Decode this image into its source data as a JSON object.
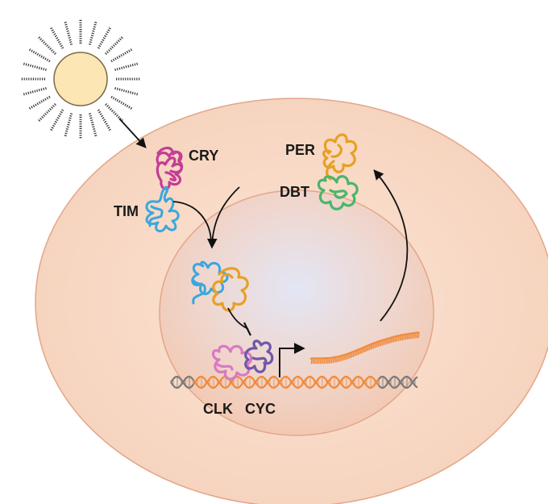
{
  "labels": {
    "cry": "CRY",
    "tim": "TIM",
    "per": "PER",
    "dbt": "DBT",
    "clk": "CLK",
    "cyc": "CYC"
  },
  "colors": {
    "sun_fill": "#fce6b4",
    "sun_stroke": "#7a6a4a",
    "cell_fill": "#f8dcc8",
    "cell_stroke": "#e3a68a",
    "nucleus_stroke": "#e3a68a",
    "nucleus_center": "#dfe2f2",
    "cry": "#c43d96",
    "tim": "#3aa7dd",
    "per": "#e8a024",
    "dbt": "#4bb56b",
    "clk": "#d979c4",
    "cyc": "#6e58a8",
    "mrna": "#f08a3c",
    "dna_promoter": "#f08a3c",
    "dna_flank": "#7a7a7a",
    "arrow": "#111111"
  }
}
